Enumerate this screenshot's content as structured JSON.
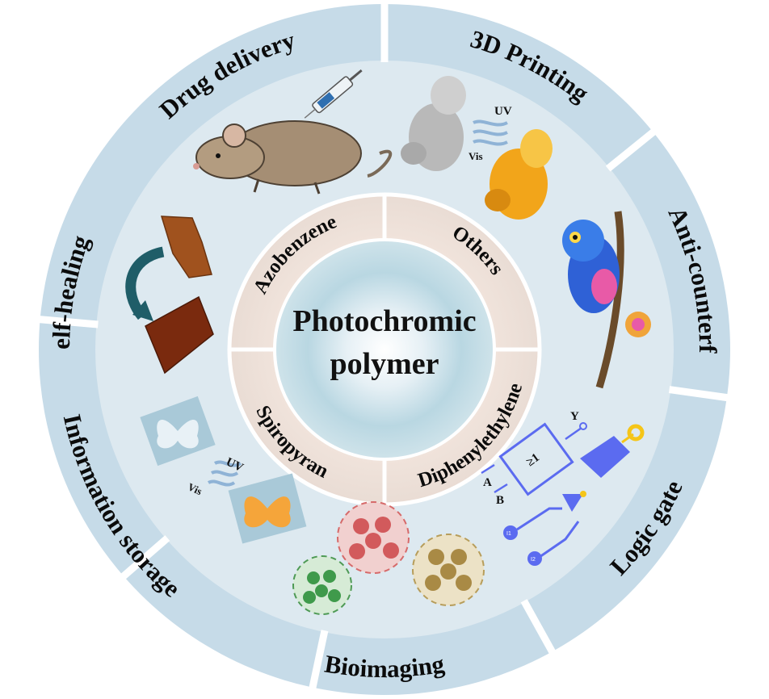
{
  "center": {
    "line1": "Photochromic",
    "line2": "polymer"
  },
  "classes": [
    {
      "label": "Azobenzene"
    },
    {
      "label": "Others"
    },
    {
      "label": "Diphenylethylene"
    },
    {
      "label": "Spiropyran"
    }
  ],
  "applications": [
    {
      "label": "Drug delivery"
    },
    {
      "label": "3D Printing"
    },
    {
      "label": "Anti-counterfeiting"
    },
    {
      "label": "Logic gate"
    },
    {
      "label": "Bioimaging"
    },
    {
      "label": "Information storage"
    },
    {
      "label": "Self-healing"
    }
  ],
  "switch_printing": {
    "uv": "UV",
    "vis": "Vis"
  },
  "switch_storage": {
    "uv": "UV",
    "vis": "Vis"
  },
  "logic": {
    "gate": "≥1",
    "y": "Y",
    "a": "A",
    "b": "B",
    "i1": "I1",
    "i2": "I2"
  },
  "colors": {
    "outer_ring": "#c6dbe8",
    "middle_ring": "#dde9f0",
    "inner_ring": "#f1e4dc",
    "divider": "#ffffff",
    "logic_blue": "#5b6bf0",
    "logic_yellow": "#f5c518"
  }
}
